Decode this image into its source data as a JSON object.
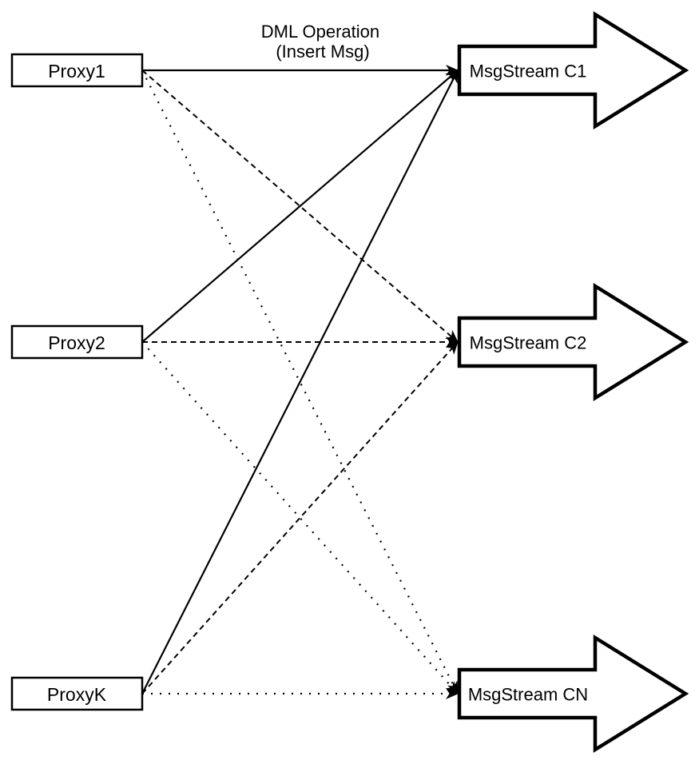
{
  "diagram": {
    "title_lines": [
      "DML Operation",
      "(Insert Msg)"
    ],
    "colors": {
      "stroke": "#000000",
      "fill": "#ffffff",
      "background": "#ffffff"
    },
    "proxies": [
      {
        "id": "proxy1",
        "label": "Proxy1"
      },
      {
        "id": "proxy2",
        "label": "Proxy2"
      },
      {
        "id": "proxyk",
        "label": "ProxyK"
      }
    ],
    "streams": [
      {
        "id": "c1",
        "label": "MsgStream C1",
        "incoming_line_style": "solid"
      },
      {
        "id": "c2",
        "label": "MsgStream C2",
        "incoming_line_style": "dashed"
      },
      {
        "id": "cn",
        "label": "MsgStream CN",
        "incoming_line_style": "dotted"
      }
    ],
    "connections": [
      {
        "from": "proxy1",
        "to": "c1",
        "style": "solid"
      },
      {
        "from": "proxy1",
        "to": "c2",
        "style": "dashed"
      },
      {
        "from": "proxy1",
        "to": "cn",
        "style": "dotted"
      },
      {
        "from": "proxy2",
        "to": "c1",
        "style": "solid"
      },
      {
        "from": "proxy2",
        "to": "c2",
        "style": "dashed"
      },
      {
        "from": "proxy2",
        "to": "cn",
        "style": "dotted"
      },
      {
        "from": "proxyk",
        "to": "c1",
        "style": "solid"
      },
      {
        "from": "proxyk",
        "to": "c2",
        "style": "dashed"
      },
      {
        "from": "proxyk",
        "to": "cn",
        "style": "dotted"
      }
    ]
  }
}
